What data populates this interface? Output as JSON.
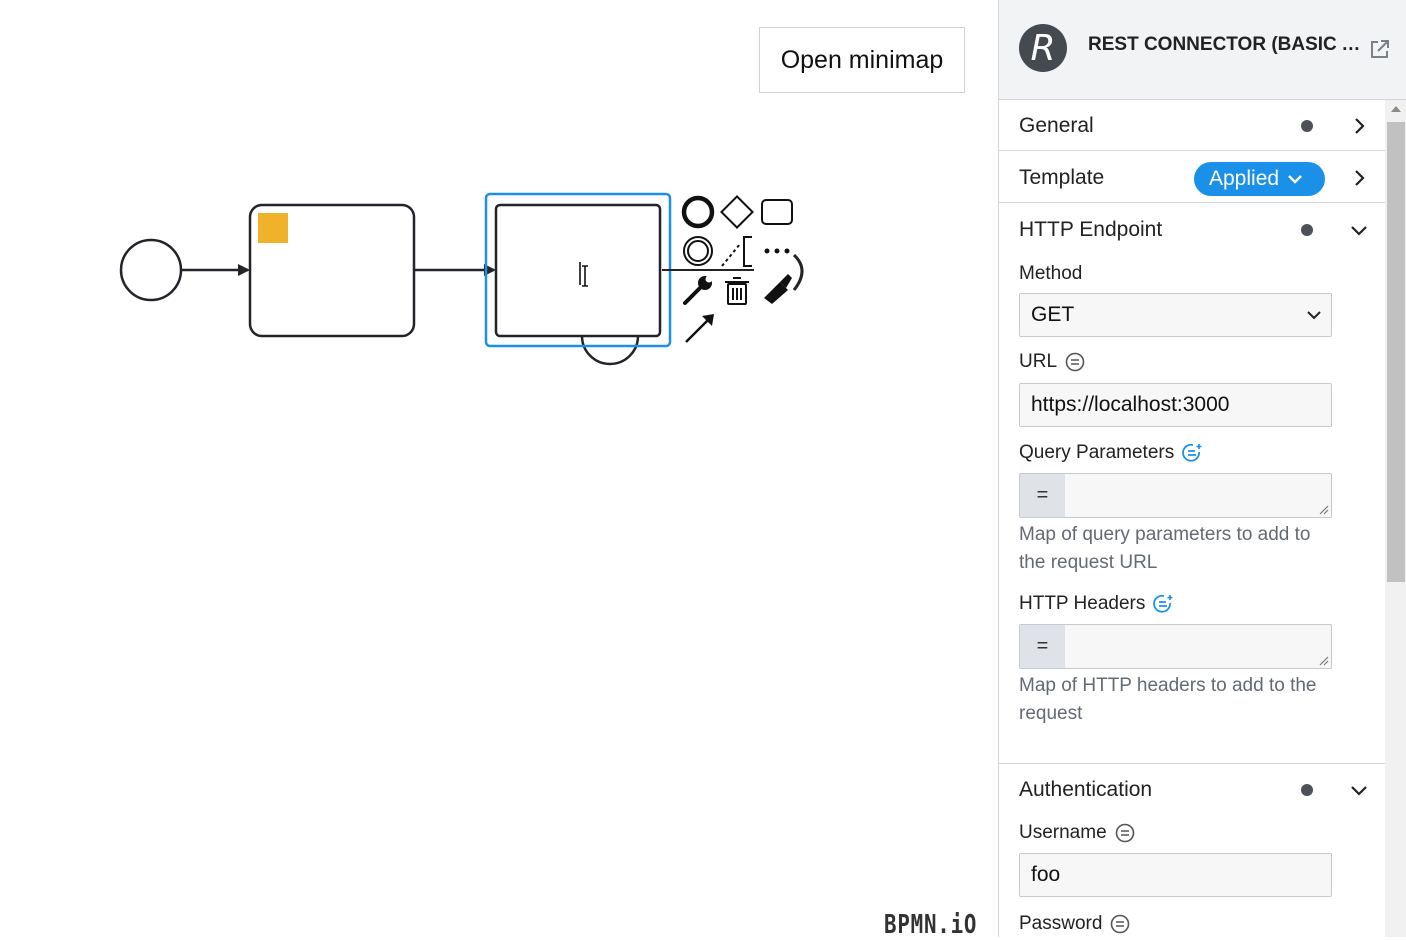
{
  "canvas": {
    "minimap_button": "Open minimap",
    "watermark": "BPMN.iO",
    "task_accent_color": "#f0b12b",
    "selection_color": "#1a90e8"
  },
  "panel": {
    "logo_letter": "R",
    "title": "REST CONNECTOR (BASIC AUTH)",
    "groups": {
      "general": {
        "label": "General"
      },
      "template": {
        "label": "Template",
        "badge": "Applied"
      },
      "http_endpoint": {
        "label": "HTTP Endpoint",
        "method_label": "Method",
        "method_value": "GET",
        "url_label": "URL",
        "url_value": "https://localhost:3000",
        "query_label": "Query Parameters",
        "query_desc": "Map of query parameters to add to the request URL",
        "headers_label": "HTTP Headers",
        "headers_desc": "Map of HTTP headers to add to the request",
        "feel_symbol": "="
      },
      "authentication": {
        "label": "Authentication",
        "username_label": "Username",
        "username_value": "foo",
        "password_label": "Password"
      }
    }
  }
}
